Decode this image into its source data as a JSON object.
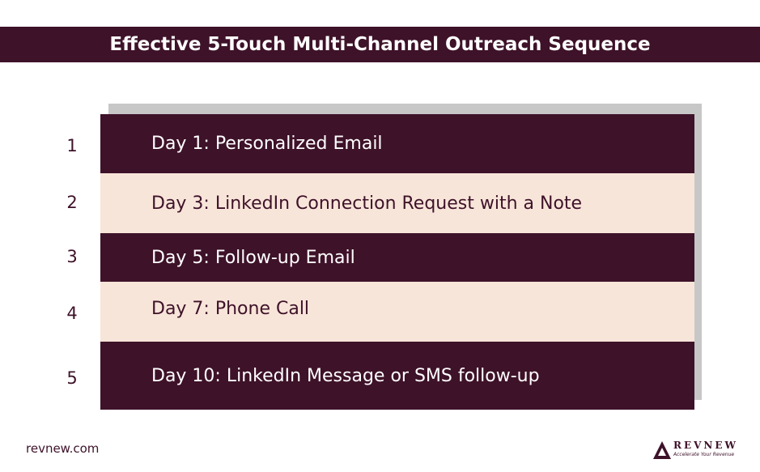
{
  "title": "Effective 5-Touch Multi-Channel Outreach Sequence",
  "steps": [
    {
      "number": "1",
      "label": "Day 1: Personalized Email"
    },
    {
      "number": "2",
      "label": "Day 3: LinkedIn Connection Request with a Note"
    },
    {
      "number": "3",
      "label": "Day 5: Follow-up Email"
    },
    {
      "number": "4",
      "label": "Day 7: Phone Call"
    },
    {
      "number": "5",
      "label": "Day 10: LinkedIn Message or SMS follow-up"
    }
  ],
  "footer": {
    "site": "revnew.com",
    "logo_word": "REVNEW",
    "logo_tagline": "Accelerate Your Revenue"
  },
  "colors": {
    "primary": "#3e1229",
    "light_row": "#f8e5d9",
    "shadow": "#c7c7c7"
  }
}
